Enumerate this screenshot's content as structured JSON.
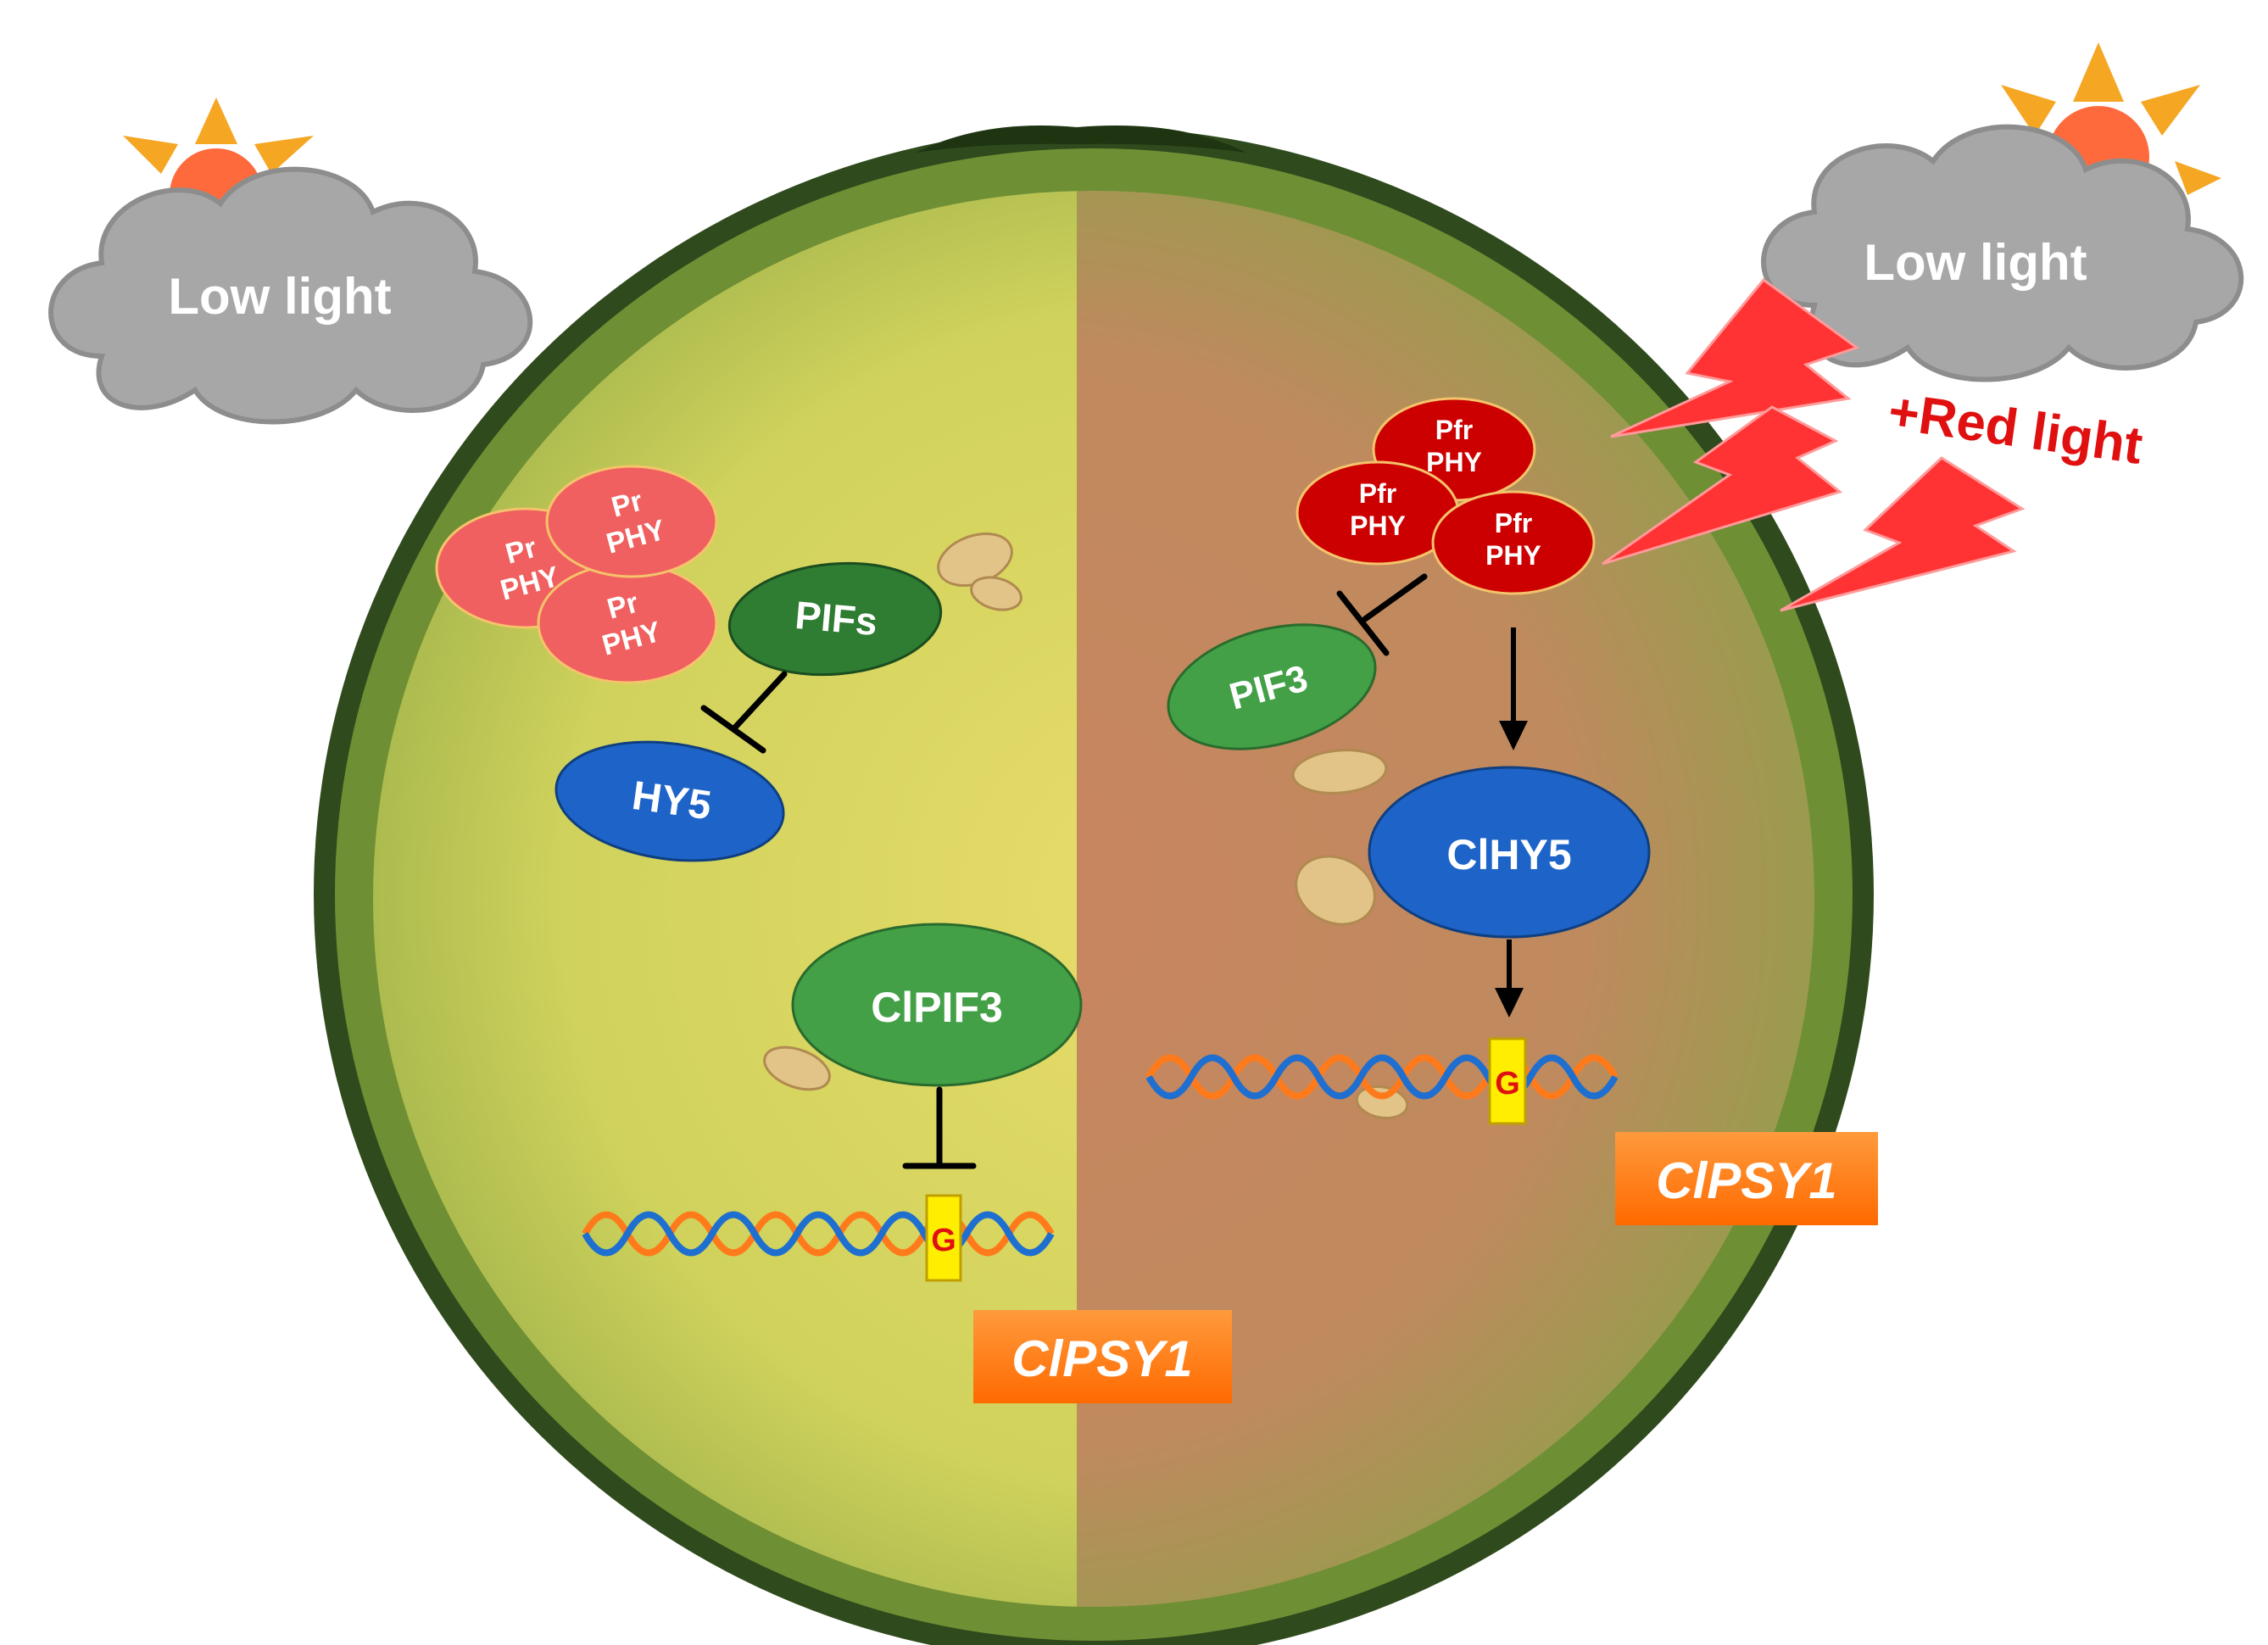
{
  "colors": {
    "rind": "#36521f",
    "flesh_left": "#d9d35a",
    "flesh_right": "#c98c5f",
    "cloud": "#a7a7a7",
    "sun": "#f5a623",
    "pr_phy": "#f06060",
    "pfr_phy": "#cc0000",
    "pifs": "#2e7d32",
    "pif3": "#43a047",
    "hy5": "#1e64c8",
    "lightning": "#ff3333",
    "red_light_text": "#e01010",
    "gene_box": "#ff7a1a",
    "g_box": "#ffee00"
  },
  "clouds": {
    "left_label": "Low light",
    "right_label": "Low light"
  },
  "red_light_label": "+Red light",
  "left_panel": {
    "pr_phy": [
      {
        "line1": "Pr",
        "line2": "PHY"
      },
      {
        "line1": "Pr",
        "line2": "PHY"
      },
      {
        "line1": "Pr",
        "line2": "PHY"
      }
    ],
    "pifs_label": "PIFs",
    "hy5_label": "HY5",
    "clpif3_label": "ClPIF3",
    "g_label": "G",
    "gene_label": "ClPSY1"
  },
  "right_panel": {
    "pfr_phy": [
      {
        "line1": "Pfr",
        "line2": "PHY"
      },
      {
        "line1": "Pfr",
        "line2": "PHY"
      },
      {
        "line1": "Pfr",
        "line2": "PHY"
      }
    ],
    "pif3_label": "PIF3",
    "clhy5_label": "ClHY5",
    "g_label": "G",
    "gene_label": "ClPSY1"
  }
}
